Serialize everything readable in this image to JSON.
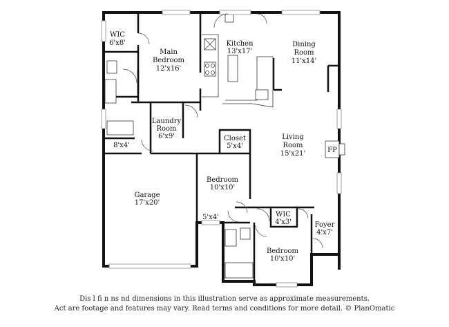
{
  "rooms": {
    "wic_main": {
      "name": "WIC",
      "size": "6'x8'"
    },
    "main_bedroom": {
      "name": "Main\nBedroom",
      "size": "12'x16'"
    },
    "kitchen": {
      "name": "Kitchen",
      "size": "13'x17'"
    },
    "dining_room": {
      "name": "Dining\nRoom",
      "size": "11'x14'"
    },
    "laundry_room": {
      "name": "Laundry\nRoom",
      "size": "6'x9'"
    },
    "hall_8x4": {
      "size": "8'x4'"
    },
    "closet": {
      "name": "Closet",
      "size": "5'x4'"
    },
    "living_room": {
      "name": "Living\nRoom",
      "size": "15'x21'"
    },
    "fireplace": {
      "name": "FP"
    },
    "garage": {
      "name": "Garage",
      "size": "17'x20'"
    },
    "bedroom_2": {
      "name": "Bedroom",
      "size": "10'x10'"
    },
    "hall_5x4": {
      "size": "5'x4'"
    },
    "wic_small": {
      "name": "WIC",
      "size": "4'x3'"
    },
    "foyer": {
      "name": "Foyer",
      "size": "4'x7'"
    },
    "bedroom_3": {
      "name": "Bedroom",
      "size": "10'x10'"
    }
  },
  "disclaimer": {
    "line1": "Dis     l  fi   n  ns   nd dimensions in this illustration serve as approximate measurements.",
    "line2": "Act   are footage and features may vary. Read terms and conditions for more detail. © PlanOmatic"
  }
}
